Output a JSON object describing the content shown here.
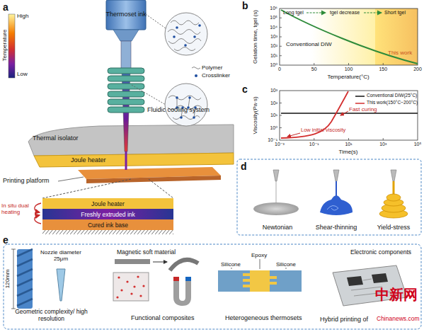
{
  "diagram": {
    "nodes": [
      {
        "text": [
          "Joule heater"
        ]
      },
      {
        "text": [
          "Freshly extruded ink"
        ]
      },
      {
        "text": [
          "Cured ink base"
        ]
      }
    ],
    "labels": [
      "a",
      "High",
      "Temperature",
      "Low",
      "Thermoset ink",
      "Polymer",
      "Crosslinker",
      "Fluidic cooling system",
      "Thermal isolator",
      "Joule heater",
      "Printing platform",
      "In situ dual heating",
      "b",
      "Long tgel",
      "tgel decrease",
      "Short tgel",
      "Conventional DIW",
      "This work",
      "10⁶",
      "10⁵",
      "10⁴",
      "10³",
      "10²",
      "10¹",
      "10⁰",
      "0",
      "50",
      "100",
      "150",
      "200",
      "Temperature(°C)",
      "Gelation time, tgel (s)",
      "c",
      "Viscosity(Pa·s)",
      "10³",
      "10²",
      "10¹",
      "10⁰",
      "10⁻¹",
      "10⁻³",
      "10⁻¹",
      "10¹",
      "10³",
      "10⁵",
      "Time(s)",
      "Fast curing",
      "Low initial viscosity",
      "d",
      "Newtonian",
      "Shear-thinning",
      "Yield-stress",
      "e",
      "120mm",
      "Nozzle diameter 25μm",
      "Geometric complexity/ high resolution",
      "Magnetic soft material",
      "Functional composites",
      "Silicone",
      "Epoxy",
      "Silicone",
      "Heterogeneous thermosets",
      "Electronic components",
      "Hybrid printing of",
      "中新网",
      "Chinanews.com"
    ],
    "legend": [
      {
        "text": "Conventional DIW(25°C)"
      },
      {
        "text": "This work(150°C~200°C)"
      }
    ]
  }
}
